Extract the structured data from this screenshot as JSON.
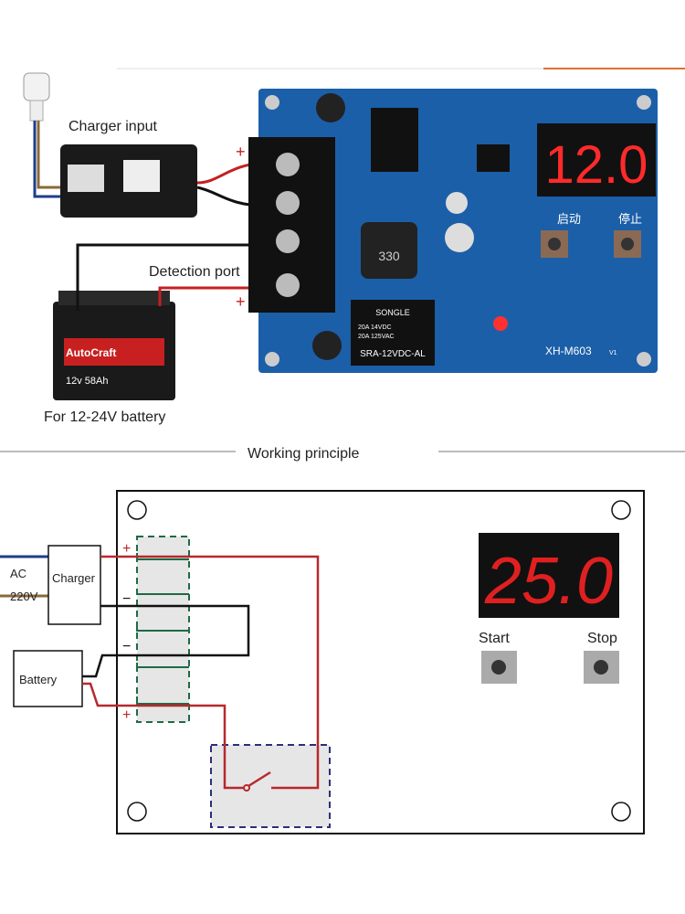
{
  "photo": {
    "charger_label": "Charger input",
    "detection_label": "Detection port",
    "battery_label": "For 12-24V battery",
    "display_value": "12.0",
    "start_cn": "启动",
    "stop_cn": "停止",
    "board_model": "XH-M603",
    "board_version": "V1",
    "inductor_code": "330",
    "relay_brand": "SONGLE",
    "relay_rating_dc": "20A 14VDC",
    "relay_rating_ac": "20A 125VAC",
    "relay_model": "SRA-12VDC-AL",
    "battery_brand": "AutoCraft",
    "battery_spec": "12v 58Ah",
    "plus": "+"
  },
  "section_title": "Working principle",
  "diagram": {
    "ac_label": "AC",
    "voltage_label": "220V",
    "charger_label": "Charger",
    "battery_label": "Battery",
    "display_value": "25.0",
    "start_label": "Start",
    "stop_label": "Stop",
    "plus": "+",
    "minus": "−"
  },
  "colors": {
    "pcb": "#1b5fa8",
    "wire_red": "#b8282c",
    "wire_black": "#111111",
    "wire_blue": "#1d3e8a",
    "display_red": "#e02020",
    "terminal_green": "#1e6a45",
    "relay_blue": "#2b2f7a"
  }
}
